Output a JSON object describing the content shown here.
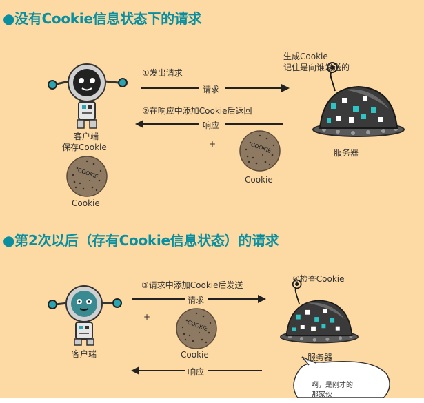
{
  "section1": {
    "title": "●没有Cookie信息状态下的请求",
    "step1": "①发出请求",
    "request_label": "请求",
    "step2": "②在响应中添加Cookie后返回",
    "response_label": "响应",
    "server_note_line1": "生成Cookie",
    "server_note_line2": "记住是向谁发送的",
    "client_label": "客户端",
    "client_save_label": "保存Cookie",
    "client_cookie_label": "Cookie",
    "response_cookie_label": "Cookie",
    "plus": "+",
    "server_label": "服务器"
  },
  "section2": {
    "title": "●第2次以后（存有Cookie信息状态）的请求",
    "step3": "③请求中添加Cookie后发送",
    "request_label": "请求",
    "step4": "④检查Cookie",
    "response_label": "响应",
    "client_label": "客户端",
    "cookie_label": "Cookie",
    "plus": "+",
    "server_label": "服务器",
    "speech_line1": "啊，是刚才的",
    "speech_line2": "那家伙"
  },
  "cookie_text": "COOKIE"
}
